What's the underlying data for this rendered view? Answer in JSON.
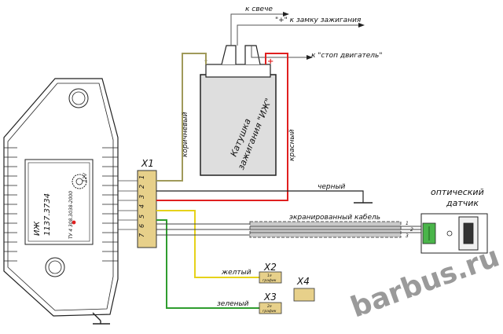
{
  "labels": {
    "to_plug": "к свече",
    "to_ignition_lock": "\"+\" к замку зажигания",
    "to_stop_engine": "к \"стоп двигатель\"",
    "coil_line1": "Катушка",
    "coil_line2": "зажигания \"ИЖ\"",
    "plus_sign": "+",
    "minus_sign": "-",
    "brown_wire": "коричневый",
    "red_wire": "красный",
    "black_wire": "черный",
    "shielded_cable": "экранированный кабель",
    "yellow_wire": "желтый",
    "green_wire": "зеленый",
    "sensor_line1": "оптический",
    "sensor_line2": "датчик",
    "connector_x1": "X1",
    "connector_x2": "X2",
    "connector_x3": "X3",
    "connector_x4": "X4",
    "x2_line1": "1я",
    "x2_line2": "график",
    "x3_line1": "2я",
    "x3_line2": "график",
    "ecu_brand": "ИЖ",
    "ecu_model": "1137.3734",
    "ecu_spec": "ТУ 4 308.3038-2000",
    "ecu_voltage": "12V",
    "pins": [
      "7",
      "6",
      "5",
      "4",
      "3",
      "2",
      "1"
    ],
    "sensor_pins": [
      "1",
      "2",
      "3"
    ],
    "watermark": "barbus.ru"
  },
  "colors": {
    "brown": "#a09a5a",
    "red": "#e02020",
    "yellow": "#e6d21a",
    "green": "#2f9d2f",
    "black": "#222222",
    "coil_fill": "#dedede",
    "connector_fill": "#e7d08a",
    "sensor_green": "#4ab54a"
  }
}
